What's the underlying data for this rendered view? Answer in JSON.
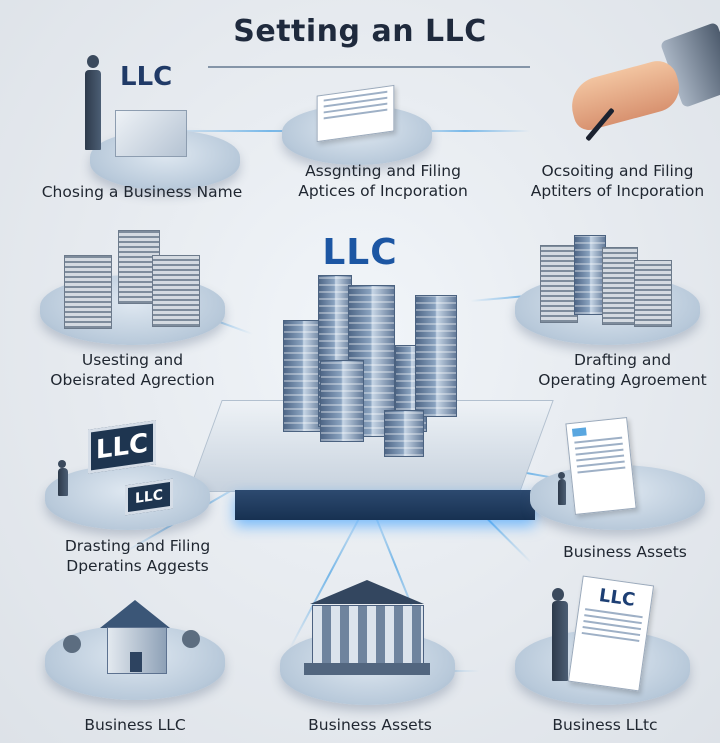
{
  "title": "Setting an LLC",
  "center": {
    "label": "LLC",
    "icon": "city-buildings-platform"
  },
  "nodes": [
    {
      "id": "top-left",
      "label_lines": [
        "Chosing a Business Name"
      ],
      "icon": "person-with-llc-box",
      "badge": "LLC"
    },
    {
      "id": "top-center",
      "label_lines": [
        "Assgnting and Filing",
        "Aptices of Incporation"
      ],
      "icon": "document-stack"
    },
    {
      "id": "top-right",
      "label_lines": [
        "Ocsoiting and Filing",
        "Aptiters of Incporation"
      ],
      "icon": "hand-signing-with-pen"
    },
    {
      "id": "middle-left",
      "label_lines": [
        "Usesting and",
        "Obeisrated Agrection"
      ],
      "icon": "office-buildings"
    },
    {
      "id": "middle-right",
      "label_lines": [
        "Drafting and",
        "Operating Agroement"
      ],
      "icon": "office-buildings-blue"
    },
    {
      "id": "lower-left",
      "label_lines": [
        "Drasting and Filing",
        "Dperatins Aggests"
      ],
      "icon": "llc-signs",
      "badges": [
        "LLC",
        "LLC"
      ]
    },
    {
      "id": "lower-right",
      "label_lines": [
        "Business Assets"
      ],
      "icon": "person-with-document"
    },
    {
      "id": "bottom-left",
      "label_lines": [
        "Business LLC"
      ],
      "icon": "house-with-trees"
    },
    {
      "id": "bottom-center",
      "label_lines": [
        "Business Assets"
      ],
      "icon": "bank-building"
    },
    {
      "id": "bottom-right",
      "label_lines": [
        "Business LLtc"
      ],
      "icon": "person-with-llc-document",
      "badge": "LLC"
    }
  ],
  "colors": {
    "background": "#e6eaef",
    "title": "#1f2a3d",
    "accent": "#1c56a3",
    "glow": "#3aa0ff"
  }
}
